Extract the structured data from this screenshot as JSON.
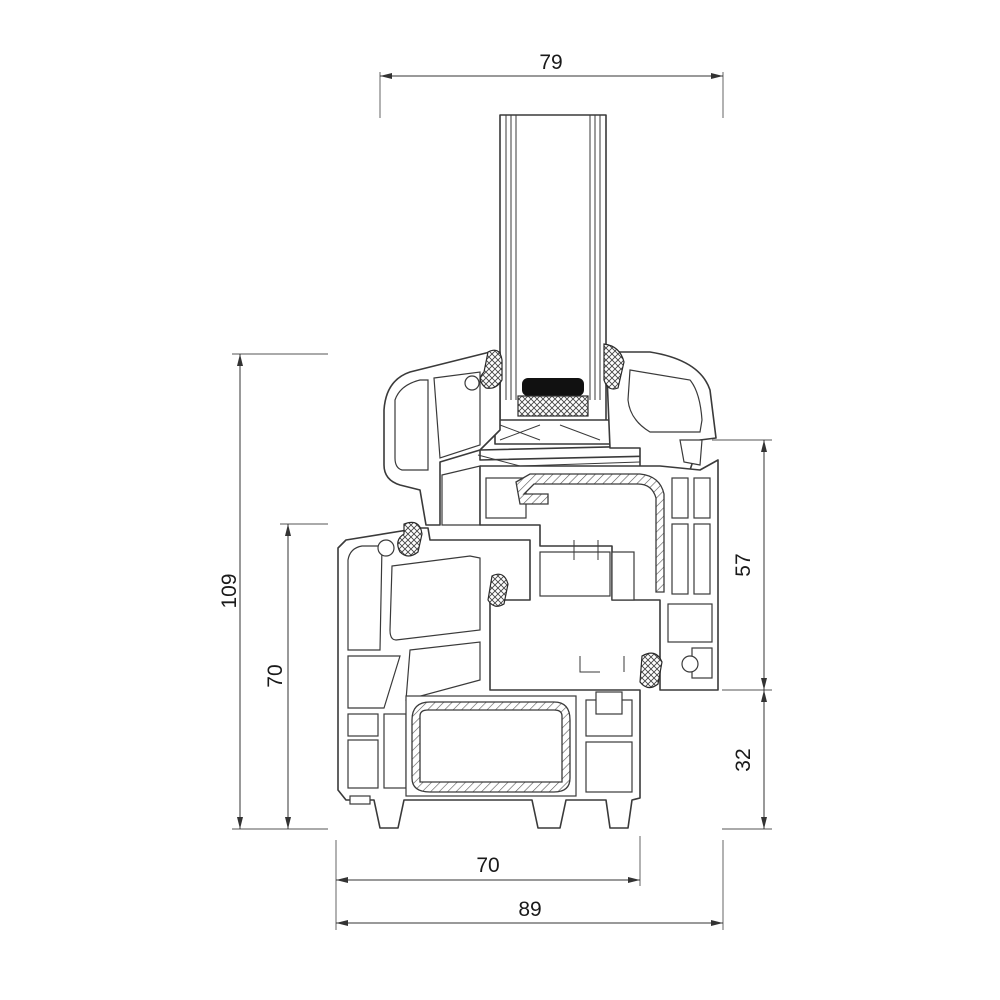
{
  "drawing": {
    "dimensions": {
      "glazing_depth": "79",
      "total_height": "109",
      "frame_height": "70",
      "sash_visible_height": "57",
      "frame_bottom_height": "32",
      "frame_depth": "70",
      "total_depth": "89"
    }
  },
  "colors": {
    "line": "#3a3a3a",
    "seal": "#111111"
  }
}
